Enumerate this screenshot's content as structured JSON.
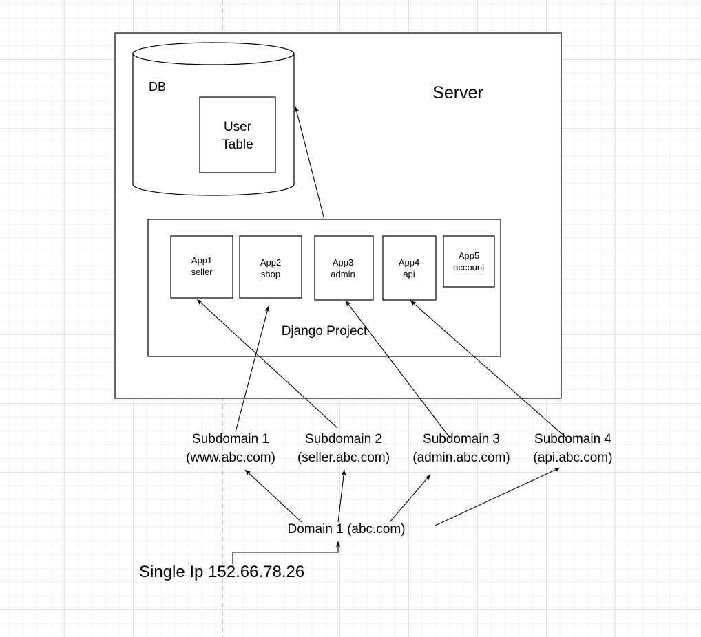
{
  "guide_color": "#999999",
  "server": {
    "label": "Server"
  },
  "db": {
    "label": "DB",
    "user_table": {
      "line1": "User",
      "line2": "Table"
    }
  },
  "django_project": {
    "label": "Django Project",
    "apps": [
      {
        "line1": "App1",
        "line2": "seller"
      },
      {
        "line1": "App2",
        "line2": "shop"
      },
      {
        "line1": "App3",
        "line2": "admin"
      },
      {
        "line1": "App4",
        "line2": "api"
      },
      {
        "line1": "App5",
        "line2": "account"
      }
    ]
  },
  "subdomains": [
    {
      "line1": "Subdomain 1",
      "line2": "(www.abc.com)"
    },
    {
      "line1": "Subdomain 2",
      "line2": "(seller.abc.com)"
    },
    {
      "line1": "Subdomain 3",
      "line2": "(admin.abc.com)"
    },
    {
      "line1": "Subdomain 4",
      "line2": "(api.abc.com)"
    }
  ],
  "domain": {
    "label": "Domain 1 (abc.com)"
  },
  "ip": {
    "label": "Single Ip 152.66.78.26"
  }
}
